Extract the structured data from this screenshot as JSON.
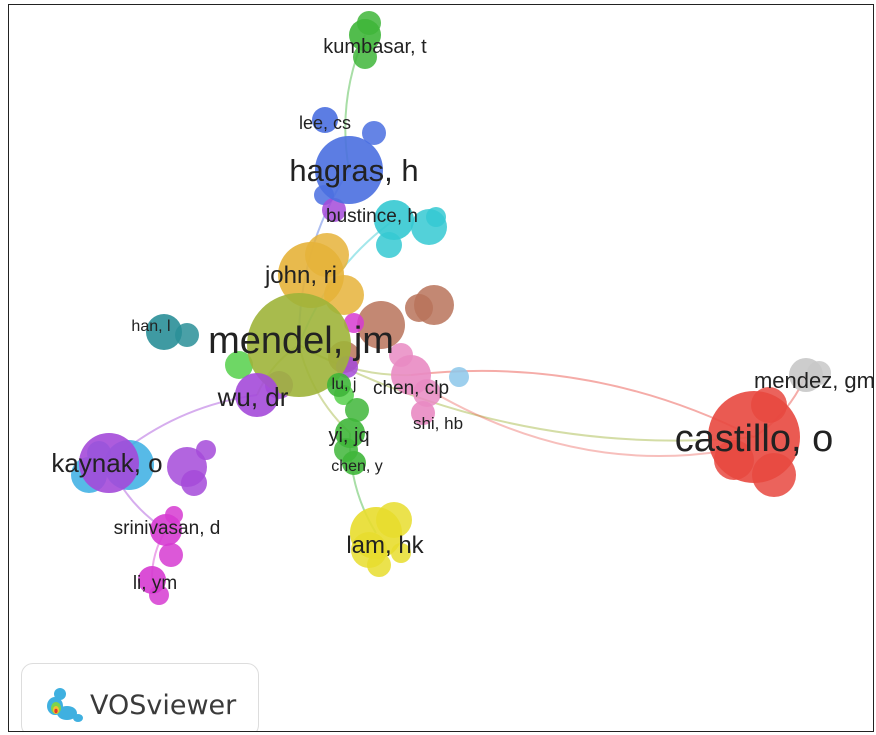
{
  "app": {
    "brand_name": "VOSviewer"
  },
  "colors": {
    "red": "#e8483f",
    "green": "#3fb63a",
    "blue": "#4a6fe0",
    "cyan": "#35c9d2",
    "purple": "#a44ad9",
    "magenta": "#d63bd1",
    "yellow": "#e8dd2e",
    "olive": "#9fb43a",
    "orange": "#e6b33a",
    "brown": "#b8735a",
    "teal": "#2a8f98",
    "lightblue": "#8cc7ea",
    "pink": "#e98bc3",
    "gray": "#c8c8c8",
    "skyblue": "#3aaee3",
    "lightgreen": "#55d04a"
  },
  "network": {
    "nodes": [
      {
        "id": "kumbasar",
        "label": "kumbasar, t",
        "color": "green",
        "weight": 2
      },
      {
        "id": "lee",
        "label": "lee, cs",
        "color": "blue",
        "weight": 2
      },
      {
        "id": "hagras",
        "label": "hagras, h",
        "color": "blue",
        "weight": 5
      },
      {
        "id": "bustince",
        "label": "bustince, h",
        "color": "cyan",
        "weight": 3
      },
      {
        "id": "john",
        "label": "john, ri",
        "color": "orange",
        "weight": 4
      },
      {
        "id": "han",
        "label": "han, l",
        "color": "teal",
        "weight": 2
      },
      {
        "id": "mendel",
        "label": "mendel, jm",
        "color": "olive",
        "weight": 9
      },
      {
        "id": "wu",
        "label": "wu, dr",
        "color": "purple",
        "weight": 4
      },
      {
        "id": "lu",
        "label": "lu, j",
        "color": "green",
        "weight": 2
      },
      {
        "id": "chenclp",
        "label": "chen, clp",
        "color": "pink",
        "weight": 3
      },
      {
        "id": "shi",
        "label": "shi, hb",
        "color": "pink",
        "weight": 2
      },
      {
        "id": "yi",
        "label": "yi, jq",
        "color": "green",
        "weight": 3
      },
      {
        "id": "cheny",
        "label": "chen, y",
        "color": "green",
        "weight": 2
      },
      {
        "id": "kaynak",
        "label": "kaynak, o",
        "color": "purple",
        "weight": 4
      },
      {
        "id": "srinivasan",
        "label": "srinivasan, d",
        "color": "magenta",
        "weight": 2
      },
      {
        "id": "li",
        "label": "li, ym",
        "color": "magenta",
        "weight": 2
      },
      {
        "id": "lam",
        "label": "lam, hk",
        "color": "yellow",
        "weight": 3
      },
      {
        "id": "mendez",
        "label": "mendez, gm",
        "color": "gray",
        "weight": 2
      },
      {
        "id": "castillo",
        "label": "castillo, o",
        "color": "red",
        "weight": 6
      }
    ],
    "links": [
      [
        "kumbasar",
        "hagras"
      ],
      [
        "hagras",
        "mendel"
      ],
      [
        "bustince",
        "mendel"
      ],
      [
        "mendel",
        "castillo"
      ],
      [
        "castillo",
        "chenclp"
      ],
      [
        "mendel",
        "wu"
      ],
      [
        "wu",
        "kaynak"
      ],
      [
        "kaynak",
        "srinivasan"
      ],
      [
        "srinivasan",
        "li"
      ],
      [
        "mendel",
        "yi"
      ],
      [
        "yi",
        "lam"
      ],
      [
        "mendel",
        "chenclp"
      ],
      [
        "castillo",
        "mendez"
      ]
    ]
  }
}
